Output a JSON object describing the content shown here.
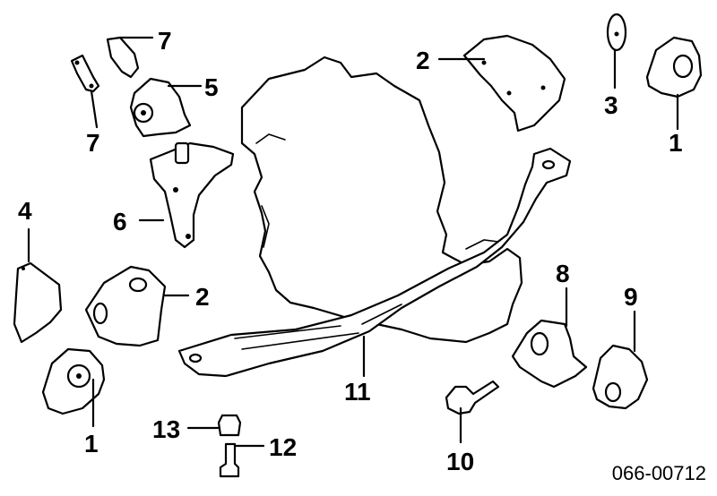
{
  "diagram": {
    "callouts": [
      {
        "id": "c7a",
        "label": "7"
      },
      {
        "id": "c7b",
        "label": "7"
      },
      {
        "id": "c5",
        "label": "5"
      },
      {
        "id": "c6",
        "label": "6"
      },
      {
        "id": "c4",
        "label": "4"
      },
      {
        "id": "c2a",
        "label": "2"
      },
      {
        "id": "c2b",
        "label": "2"
      },
      {
        "id": "c3",
        "label": "3"
      },
      {
        "id": "c1a",
        "label": "1"
      },
      {
        "id": "c1b",
        "label": "1"
      },
      {
        "id": "c8",
        "label": "8"
      },
      {
        "id": "c9",
        "label": "9"
      },
      {
        "id": "c10",
        "label": "10"
      },
      {
        "id": "c11",
        "label": "11"
      },
      {
        "id": "c12",
        "label": "12"
      },
      {
        "id": "c13",
        "label": "13"
      }
    ],
    "diagram_code": "066-00712"
  }
}
